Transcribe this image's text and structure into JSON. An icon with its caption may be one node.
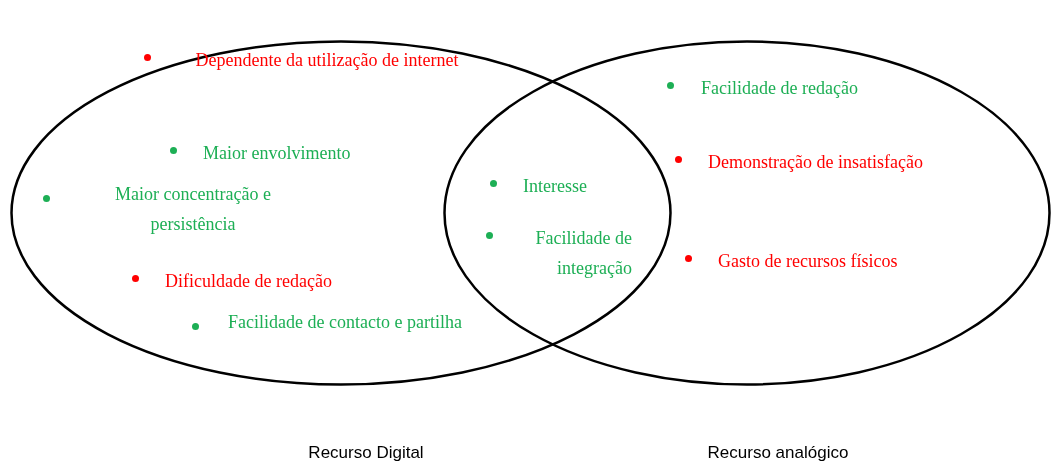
{
  "diagram": {
    "nodes": [
      {
        "text": [
          "Recurso Digital"
        ]
      },
      {
        "text": [
          "Recurso analógico"
        ]
      }
    ],
    "labels": [
      "Dependente da utilização de internet",
      "Maior envolvimento",
      "Maior concentração e persistência",
      "Dificuldade de redação",
      "Facilidade de contacto e partilha",
      "Interesse",
      "Facilidade de integração",
      "Facilidade de redação",
      "Demonstração de insatisfação",
      "Gasto de recursos físicos"
    ]
  }
}
